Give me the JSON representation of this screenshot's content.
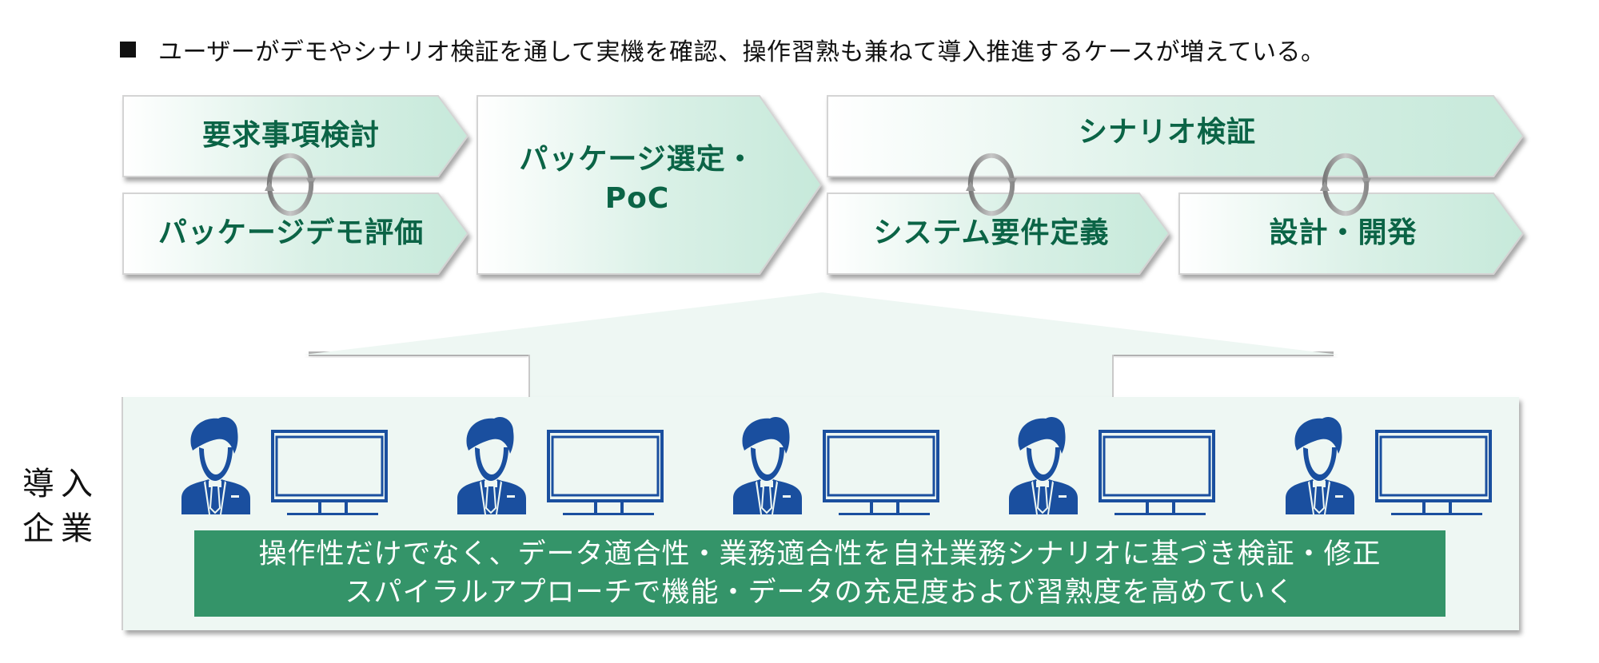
{
  "headline": {
    "bullet_icon": "black-square-icon",
    "text": "ユーザーがデモやシナリオ検証を通して実機を確認、操作習熟も兼ねて導入推進するケースが増えている。"
  },
  "colors": {
    "shape_text": "#0b6446",
    "shape_fill_start": "#ffffff",
    "shape_fill_end": "#c8eadb",
    "panel_fill": "#eef7f3",
    "banner_fill": "#349469",
    "icon_blue": "#1a4f9f",
    "cycle_arrow": "#9a9a9a"
  },
  "process": {
    "phase1": {
      "top": "要求事項検討",
      "bottom": "パッケージデモ評価",
      "cycle_icon": "cycle-arrows-icon"
    },
    "phase2": {
      "line1": "パッケージ選定・",
      "line2": "PoC"
    },
    "phase3": {
      "top": "シナリオ検証",
      "bottom_left": "システム要件定義",
      "bottom_right": "設計・開発",
      "cycle_icon": "cycle-arrows-icon"
    }
  },
  "company": {
    "label_line1": "導入",
    "label_line2": "企業",
    "users": [
      {
        "person_icon": "businessman-icon",
        "device_icon": "monitor-icon"
      },
      {
        "person_icon": "businessman-icon",
        "device_icon": "monitor-icon"
      },
      {
        "person_icon": "businessman-icon",
        "device_icon": "monitor-icon"
      },
      {
        "person_icon": "businessman-icon",
        "device_icon": "monitor-icon"
      },
      {
        "person_icon": "businessman-icon",
        "device_icon": "monitor-icon"
      }
    ],
    "banner": {
      "line1": "操作性だけでなく、データ適合性・業務適合性を自社業務シナリオに基づき検証・修正",
      "line2": "スパイラルアプローチで機能・データの充足度および習熟度を高めていく"
    }
  }
}
